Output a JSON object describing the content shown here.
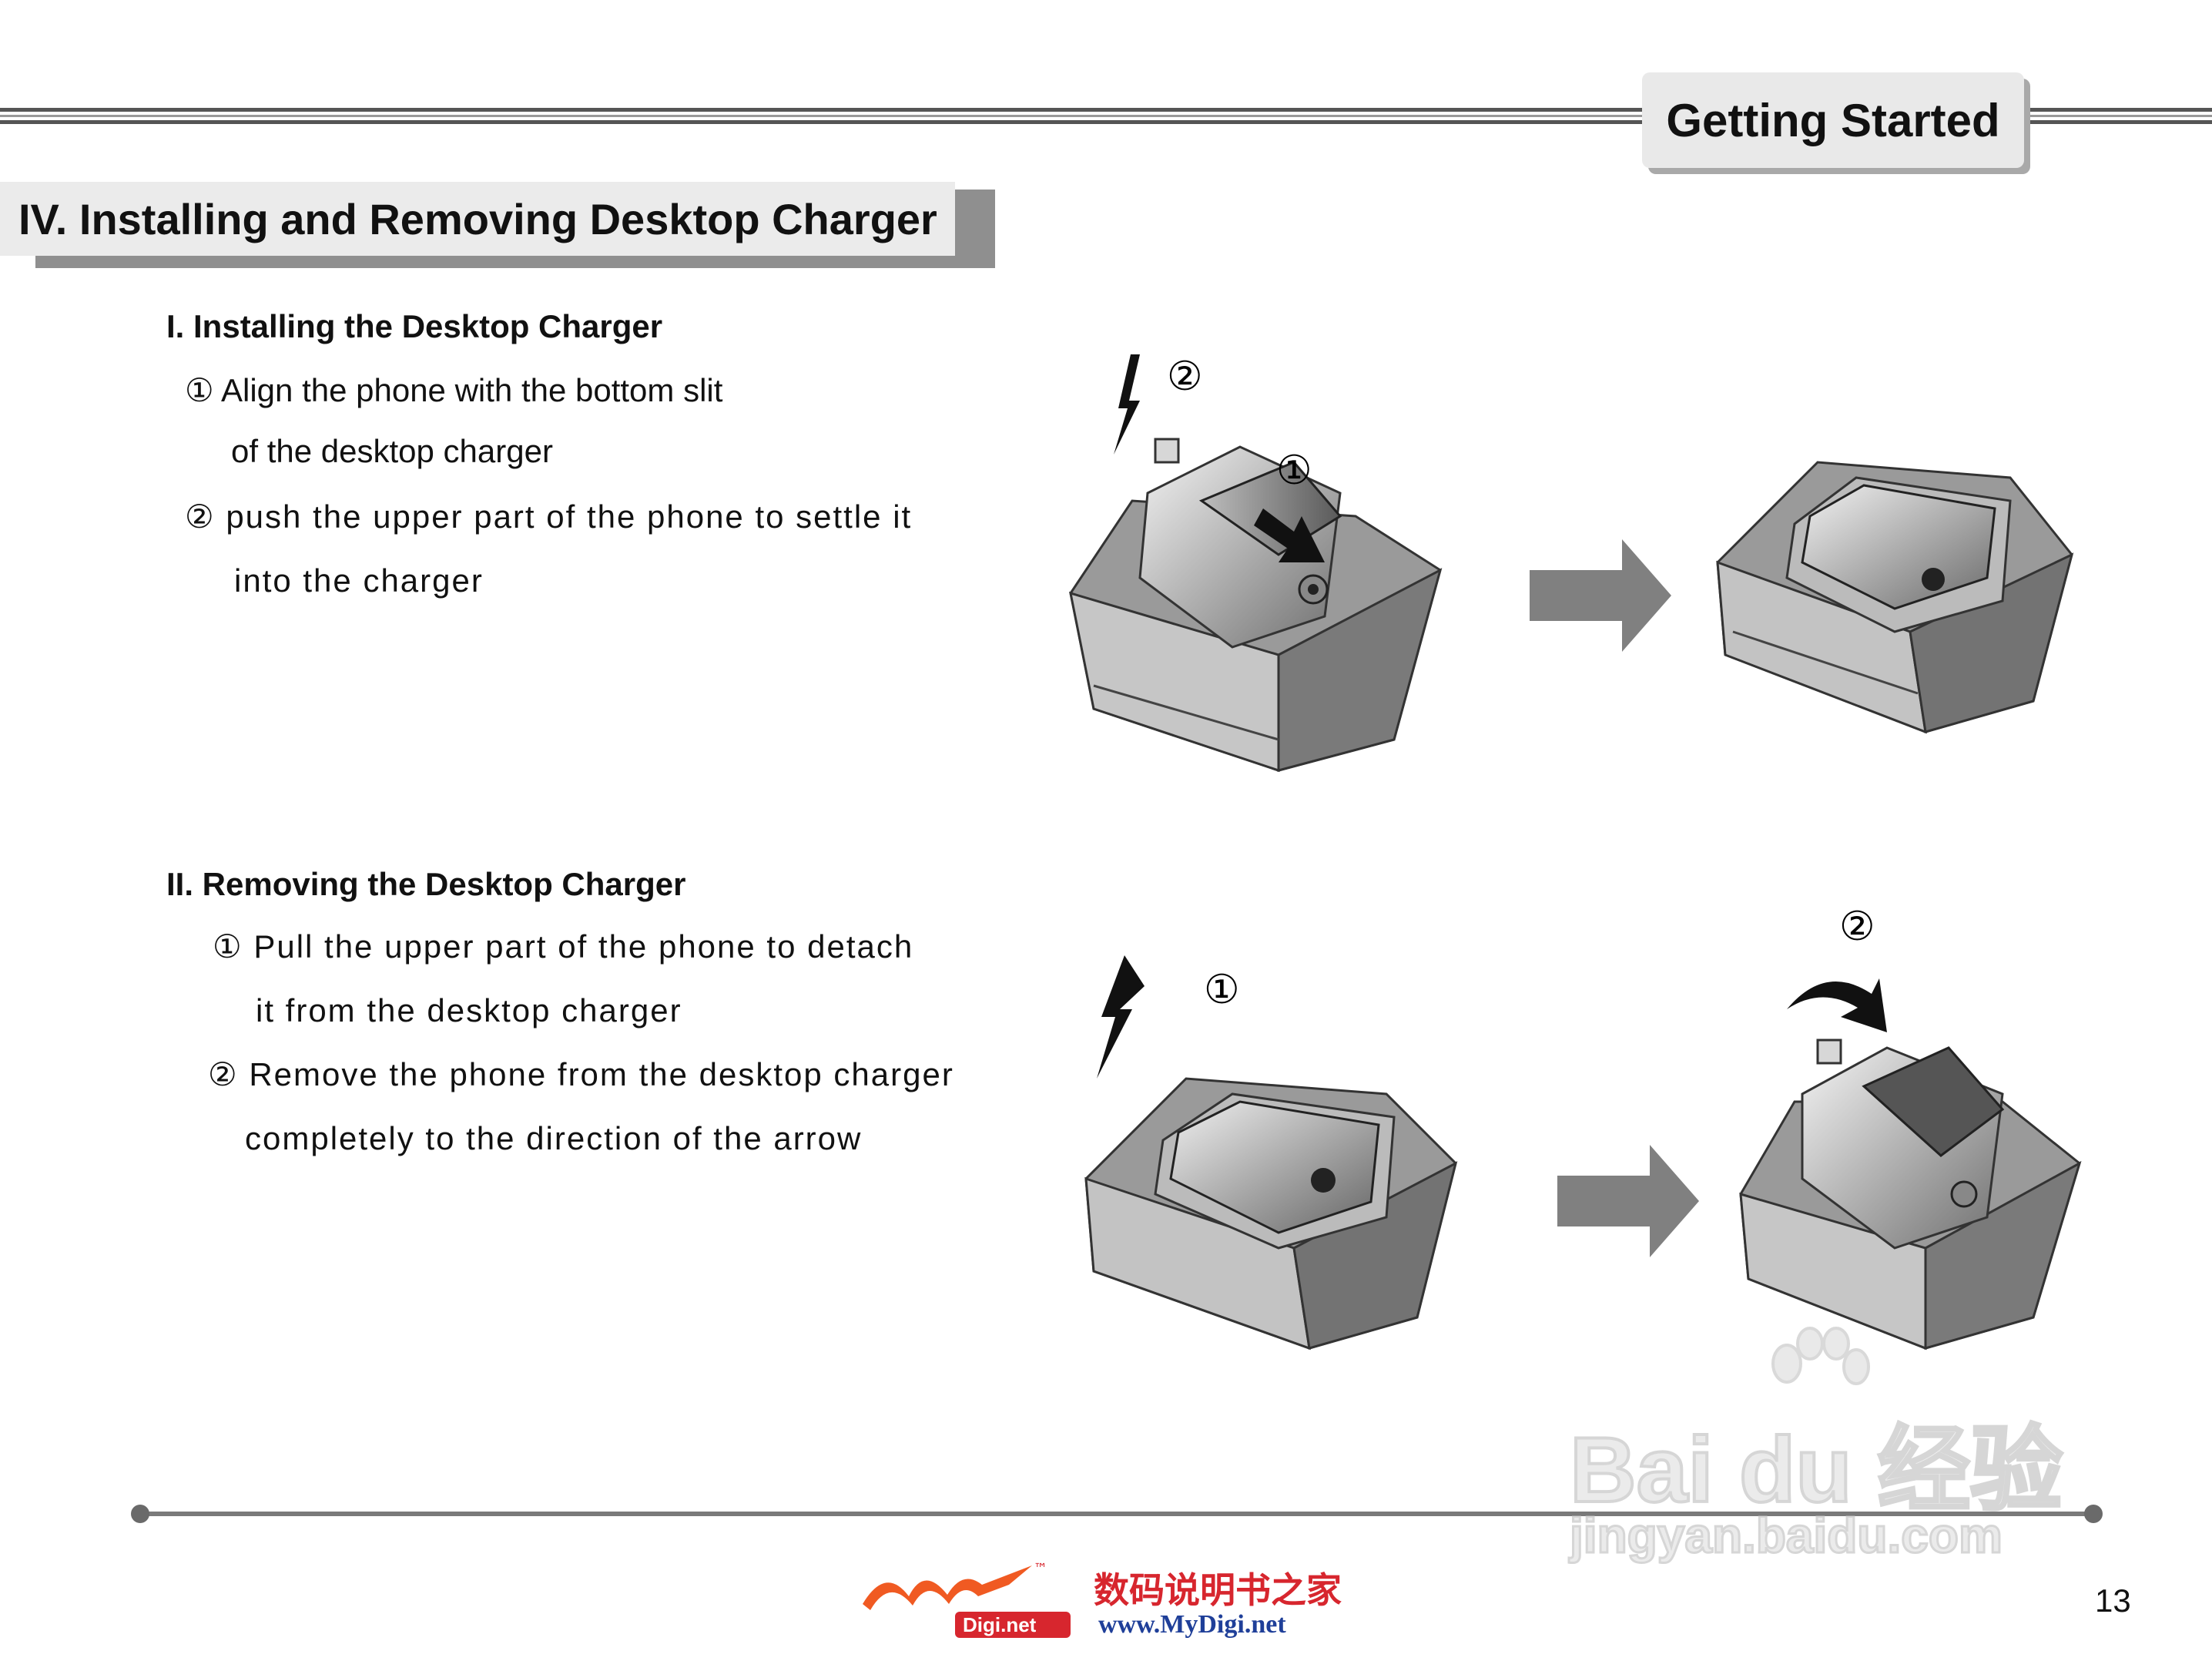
{
  "header": {
    "tab_label": "Getting Started"
  },
  "section": {
    "title": "IV. Installing and Removing Desktop Charger"
  },
  "install": {
    "heading": "I. Installing the Desktop Charger",
    "step1_line1": "① Align the phone with the bottom slit",
    "step1_line2": "of the desktop charger",
    "step2_line1": "② push the upper part of the phone to settle it",
    "step2_line2": "into the charger",
    "marker1": "①",
    "marker2": "②"
  },
  "remove": {
    "heading": "II. Removing the Desktop Charger",
    "step1_line1": "① Pull the upper part of the phone to detach",
    "step1_line2": "it from the desktop charger",
    "step2_line1": "② Remove the phone from the desktop charger",
    "step2_line2": "completely to the direction of the arrow",
    "marker1": "①",
    "marker2": "②"
  },
  "footer": {
    "logo_cn": "数码说明书之家",
    "logo_url": "www.MyDigi.net",
    "logo_badge": "Digi.net",
    "page_number": "13"
  },
  "watermark": {
    "brand": "Bai du 经验",
    "url": "jingyan.baidu.com"
  },
  "colors": {
    "rule": "#555555",
    "tab_bg": "#e9e9e9",
    "logo_orange": "#f05a22",
    "logo_red": "#d7262e",
    "logo_blue": "#1f3f99"
  }
}
